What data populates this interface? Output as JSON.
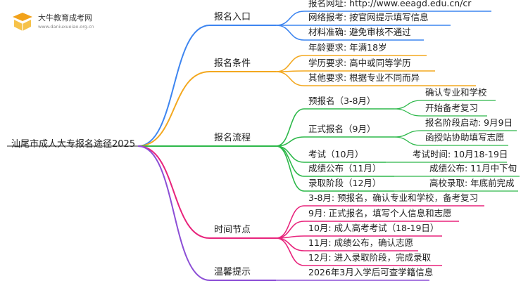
{
  "logo": {
    "title": "大牛教育成考网",
    "url": "www.daniuxueiao.org.cn"
  },
  "root": "汕尾市成人大专报名途径2025",
  "colors": {
    "blue": "#3d85f0",
    "orange": "#f3a81f",
    "green": "#2db84a",
    "pink": "#e8247c",
    "purple": "#8c4fd6"
  },
  "branches": [
    {
      "label": "报名入口",
      "color": "blue",
      "children": [
        {
          "label": "报名网址: http://www.eeagd.edu.cn/cr"
        },
        {
          "label": "网络报考: 按官网提示填写信息"
        },
        {
          "label": "材料准确: 避免审核不通过"
        }
      ]
    },
    {
      "label": "报名条件",
      "color": "orange",
      "children": [
        {
          "label": "年龄要求: 年满18岁"
        },
        {
          "label": "学历要求: 高中或同等学历"
        },
        {
          "label": "其他要求: 根据专业不同而异"
        }
      ]
    },
    {
      "label": "报名流程",
      "color": "green",
      "children": [
        {
          "label": "预报名（3-8月）",
          "children": [
            {
              "label": "确认专业和学校"
            },
            {
              "label": "开始备考复习"
            }
          ]
        },
        {
          "label": "正式报名（9月）",
          "children": [
            {
              "label": "报名阶段启动: 9月9日"
            },
            {
              "label": "函授站协助填写志愿"
            }
          ]
        },
        {
          "label": "考试（10月）",
          "children": [
            {
              "label": "考试时间: 10月18-19日"
            }
          ]
        },
        {
          "label": "成绩公布（11月）",
          "children": [
            {
              "label": "成绩公布: 11月中下旬"
            }
          ]
        },
        {
          "label": "录取阶段（12月）",
          "children": [
            {
              "label": "高校录取: 年底前完成"
            }
          ]
        }
      ]
    },
    {
      "label": "时间节点",
      "color": "pink",
      "children": [
        {
          "label": "3-8月: 预报名，确认专业和学校，备考复习"
        },
        {
          "label": "9月: 正式报名，填写个人信息和志愿"
        },
        {
          "label": "10月: 成人高考考试（18-19日）"
        },
        {
          "label": "11月: 成绩公布，确认志愿"
        },
        {
          "label": "12月: 进入录取阶段，完成录取"
        }
      ]
    },
    {
      "label": "温馨提示",
      "color": "purple",
      "children": [
        {
          "label": "2026年3月入学后可查学籍信息"
        }
      ]
    }
  ]
}
